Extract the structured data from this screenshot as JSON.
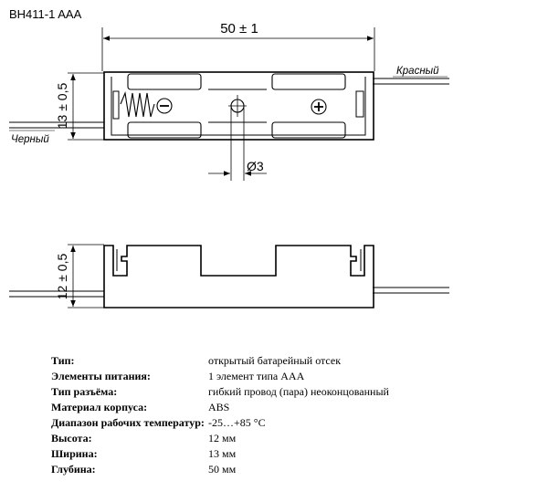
{
  "model": "BH411-1 AAA",
  "dimensions": {
    "length": "50 ± 1",
    "height_top": "13 ± 0,5",
    "height_side": "12 ± 0,5",
    "hole": "Ø3"
  },
  "wires": {
    "red": "Красный",
    "black": "Черный"
  },
  "terminals": {
    "minus": "−",
    "plus": "+"
  },
  "specs": [
    {
      "label": "Тип:",
      "value": "открытый батарейный отсек"
    },
    {
      "label": "Элементы питания:",
      "value": "1 элемент типа ААА"
    },
    {
      "label": "Тип разъёма:",
      "value": "гибкий провод (пара) неоконцованный"
    },
    {
      "label": "Материал корпуса:",
      "value": "ABS"
    },
    {
      "label": "Диапазон рабочих температур:",
      "value": "-25…+85 °С"
    },
    {
      "label": "Высота:",
      "value": "12 мм"
    },
    {
      "label": "Ширина:",
      "value": "13 мм"
    },
    {
      "label": "Глубина:",
      "value": "50 мм"
    }
  ]
}
